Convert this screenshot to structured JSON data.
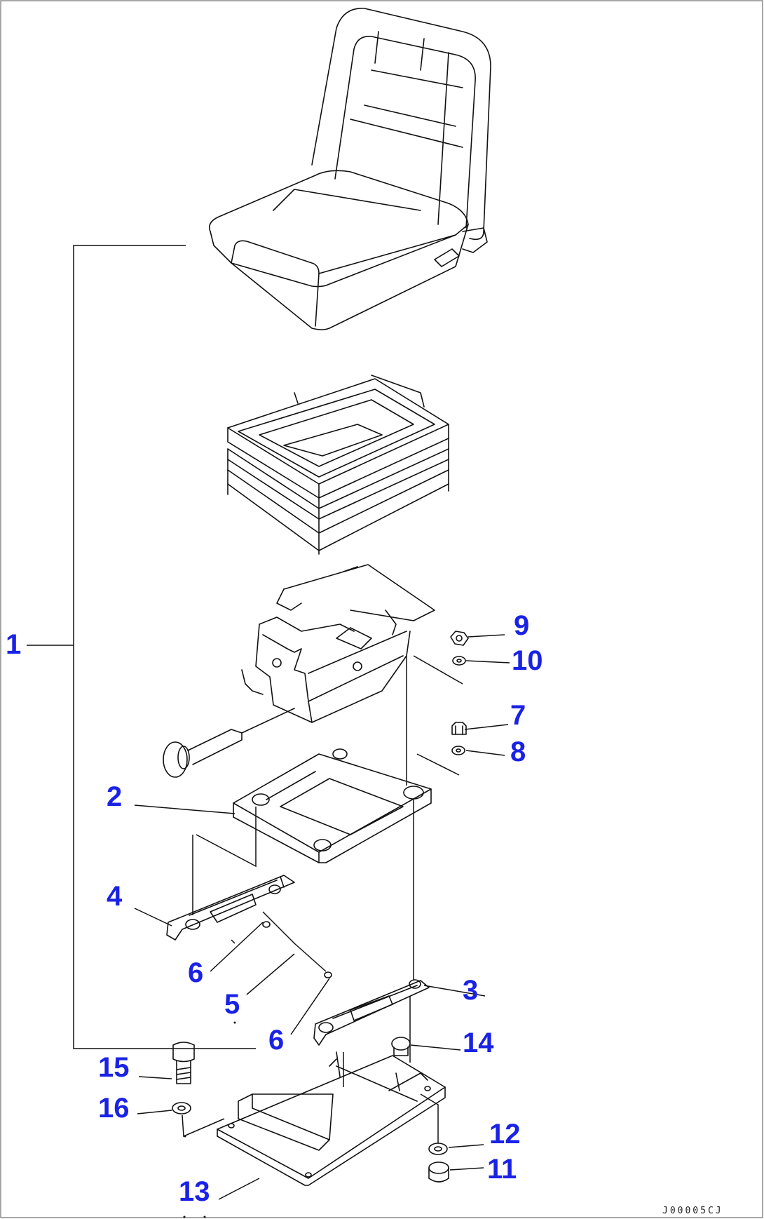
{
  "diagram": {
    "callouts": [
      {
        "id": "c1",
        "label": "1"
      },
      {
        "id": "c2",
        "label": "2"
      },
      {
        "id": "c3",
        "label": "3"
      },
      {
        "id": "c4",
        "label": "4"
      },
      {
        "id": "c5",
        "label": "5"
      },
      {
        "id": "c6a",
        "label": "6"
      },
      {
        "id": "c6b",
        "label": "6"
      },
      {
        "id": "c7",
        "label": "7"
      },
      {
        "id": "c8",
        "label": "8"
      },
      {
        "id": "c9",
        "label": "9"
      },
      {
        "id": "c10",
        "label": "10"
      },
      {
        "id": "c11",
        "label": "11"
      },
      {
        "id": "c12",
        "label": "12"
      },
      {
        "id": "c13",
        "label": "13"
      },
      {
        "id": "c14",
        "label": "14"
      },
      {
        "id": "c15",
        "label": "15"
      },
      {
        "id": "c16",
        "label": "16"
      }
    ],
    "drawing_code": "J00005CJ",
    "label_color": "#1a22e6"
  }
}
